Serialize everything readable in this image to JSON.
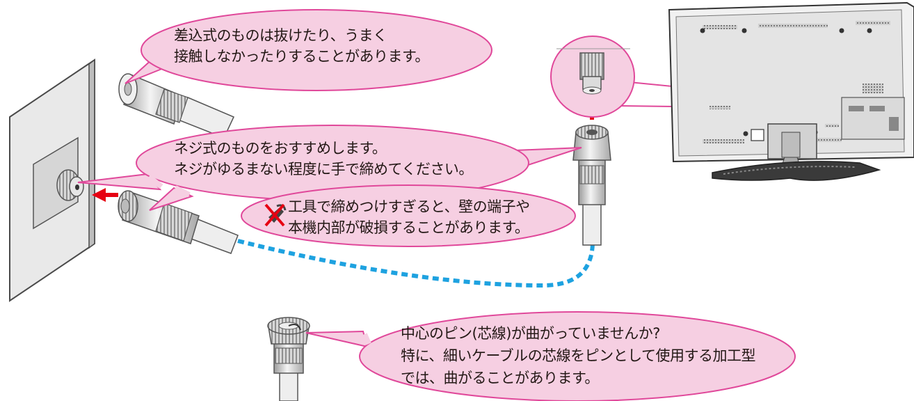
{
  "bubbles": {
    "push_type": {
      "line1": "差込式のものは抜けたり、うまく",
      "line2": "接触しなかったりすることがあります。"
    },
    "screw_type": {
      "line1": "ネジ式のものをおすすめします。",
      "line2": "ネジがゆるまない程度に手で締めてください。"
    },
    "tool_warning": {
      "icon": "no-tool-icon",
      "line1": "工具で締めつけすぎると、壁の端子や",
      "line2": "本機内部が破損することがあります。"
    },
    "center_pin": {
      "line1": "中心のピン(芯線)が曲がっていませんか?",
      "line2": "特に、細いケーブルの芯線をピンとして使用する加工型",
      "line3": "では、曲がることがあります。"
    }
  },
  "colors": {
    "bubble_fill": "#f6cfe2",
    "bubble_stroke": "#e0489a",
    "arrow": "#e60012",
    "dotted_cable": "#1ea2e0",
    "wall_plate": "#e8e8e8"
  }
}
